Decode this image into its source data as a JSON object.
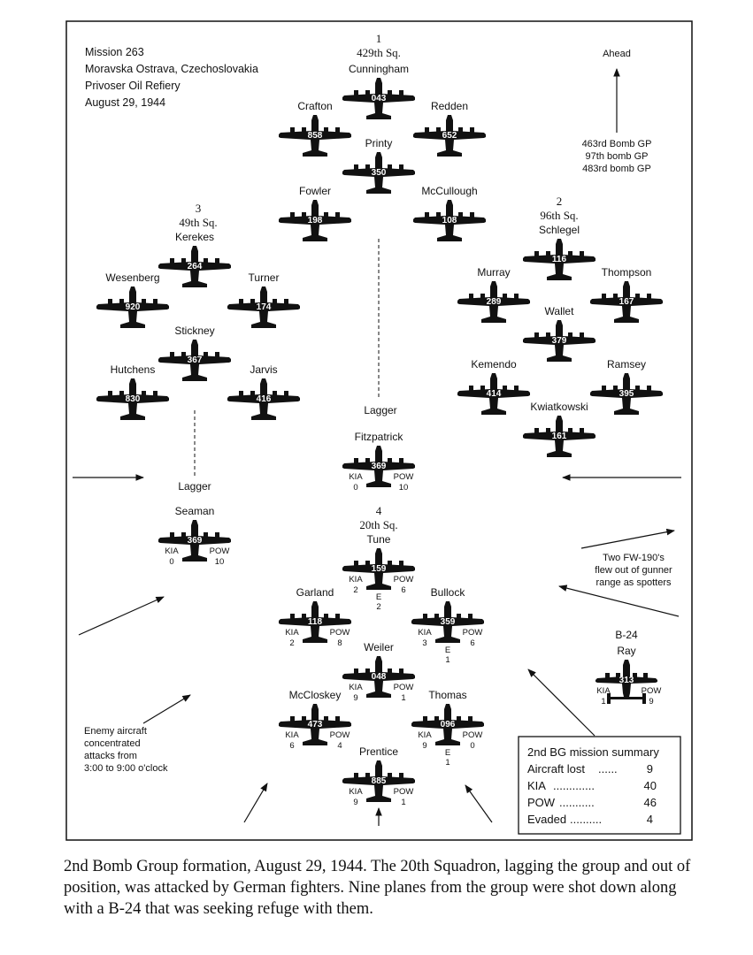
{
  "header": {
    "lines": [
      "Mission 263",
      "Moravska Ostrava, Czechoslovakia",
      "Privoser Oil Refiery",
      "August 29, 1944"
    ]
  },
  "direction": {
    "ahead": "Ahead",
    "groups": [
      "463rd Bomb GP",
      "97th bomb GP",
      "483rd bomb GP"
    ]
  },
  "squadrons": [
    {
      "number": "1",
      "name": "429th Sq."
    },
    {
      "number": "2",
      "name": "96th Sq."
    },
    {
      "number": "3",
      "name": "49th Sq."
    },
    {
      "number": "4",
      "name": "20th Sq."
    }
  ],
  "aircraft": [
    {
      "id": "cunningham",
      "name": "Cunningham",
      "tail": "043"
    },
    {
      "id": "crafton",
      "name": "Crafton",
      "tail": "858"
    },
    {
      "id": "redden",
      "name": "Redden",
      "tail": "652"
    },
    {
      "id": "printy",
      "name": "Printy",
      "tail": "350"
    },
    {
      "id": "fowler",
      "name": "Fowler",
      "tail": "198"
    },
    {
      "id": "mccullough",
      "name": "McCullough",
      "tail": "108"
    },
    {
      "id": "schlegel",
      "name": "Schlegel",
      "tail": "116"
    },
    {
      "id": "murray",
      "name": "Murray",
      "tail": "289"
    },
    {
      "id": "thompson",
      "name": "Thompson",
      "tail": "167"
    },
    {
      "id": "wallet",
      "name": "Wallet",
      "tail": "379"
    },
    {
      "id": "kemendo",
      "name": "Kemendo",
      "tail": "414"
    },
    {
      "id": "ramsey",
      "name": "Ramsey",
      "tail": "395"
    },
    {
      "id": "kwiatkowski",
      "name": "Kwiatkowski",
      "tail": "161"
    },
    {
      "id": "kerekes",
      "name": "Kerekes",
      "tail": "264"
    },
    {
      "id": "wesenberg",
      "name": "Wesenberg",
      "tail": "920"
    },
    {
      "id": "turner",
      "name": "Turner",
      "tail": "174"
    },
    {
      "id": "stickney",
      "name": "Stickney",
      "tail": "367"
    },
    {
      "id": "hutchens",
      "name": "Hutchens",
      "tail": "830"
    },
    {
      "id": "jarvis",
      "name": "Jarvis",
      "tail": "416"
    },
    {
      "id": "fitzpatrick",
      "name": "Fitzpatrick",
      "tail": "369",
      "kia": "0",
      "pow": "10"
    },
    {
      "id": "seaman",
      "name": "Seaman",
      "tail": "369",
      "kia": "0",
      "pow": "10"
    },
    {
      "id": "tune",
      "name": "Tune",
      "tail": "159",
      "kia": "2",
      "pow": "6",
      "e": "2"
    },
    {
      "id": "garland",
      "name": "Garland",
      "tail": "118",
      "kia": "2",
      "pow": "8"
    },
    {
      "id": "bullock",
      "name": "Bullock",
      "tail": "359",
      "kia": "3",
      "pow": "6",
      "e": "1"
    },
    {
      "id": "weiler",
      "name": "Weiler",
      "tail": "048",
      "kia": "9",
      "pow": "1"
    },
    {
      "id": "mccloskey",
      "name": "McCloskey",
      "tail": "473",
      "kia": "6",
      "pow": "4"
    },
    {
      "id": "thomas",
      "name": "Thomas",
      "tail": "096",
      "kia": "9",
      "pow": "0",
      "e": "1"
    },
    {
      "id": "prentice",
      "name": "Prentice",
      "tail": "885",
      "kia": "9",
      "pow": "1"
    },
    {
      "id": "ray",
      "name": "Ray",
      "tail": "313",
      "kia": "1",
      "pow": "9",
      "type": "B-24"
    }
  ],
  "labels": {
    "kia": "KIA",
    "pow": "POW",
    "evaded": "E",
    "lagger": "Lagger"
  },
  "fighters_note": [
    "Two FW-190's",
    "flew out of gunner",
    "range as spotters"
  ],
  "enemy_note": [
    "Enemy aircraft",
    "concentrated",
    "attacks from",
    "3:00 to 9:00 o'clock"
  ],
  "summary": {
    "title": "2nd BG mission summary",
    "rows": [
      {
        "label": "Aircraft lost",
        "dots": "......",
        "value": "9"
      },
      {
        "label": "KIA",
        "dots": ".............",
        "value": "40"
      },
      {
        "label": "POW",
        "dots": "...........",
        "value": "46"
      },
      {
        "label": "Evaded",
        "dots": "..........",
        "value": "4"
      }
    ]
  },
  "caption": "2nd Bomb Group formation, August 29, 1944. The 20th Squadron, lagging the group and out of position, was attacked by German fighters. Nine planes from the group were shot down along with a B-24 that was seeking refuge with them."
}
